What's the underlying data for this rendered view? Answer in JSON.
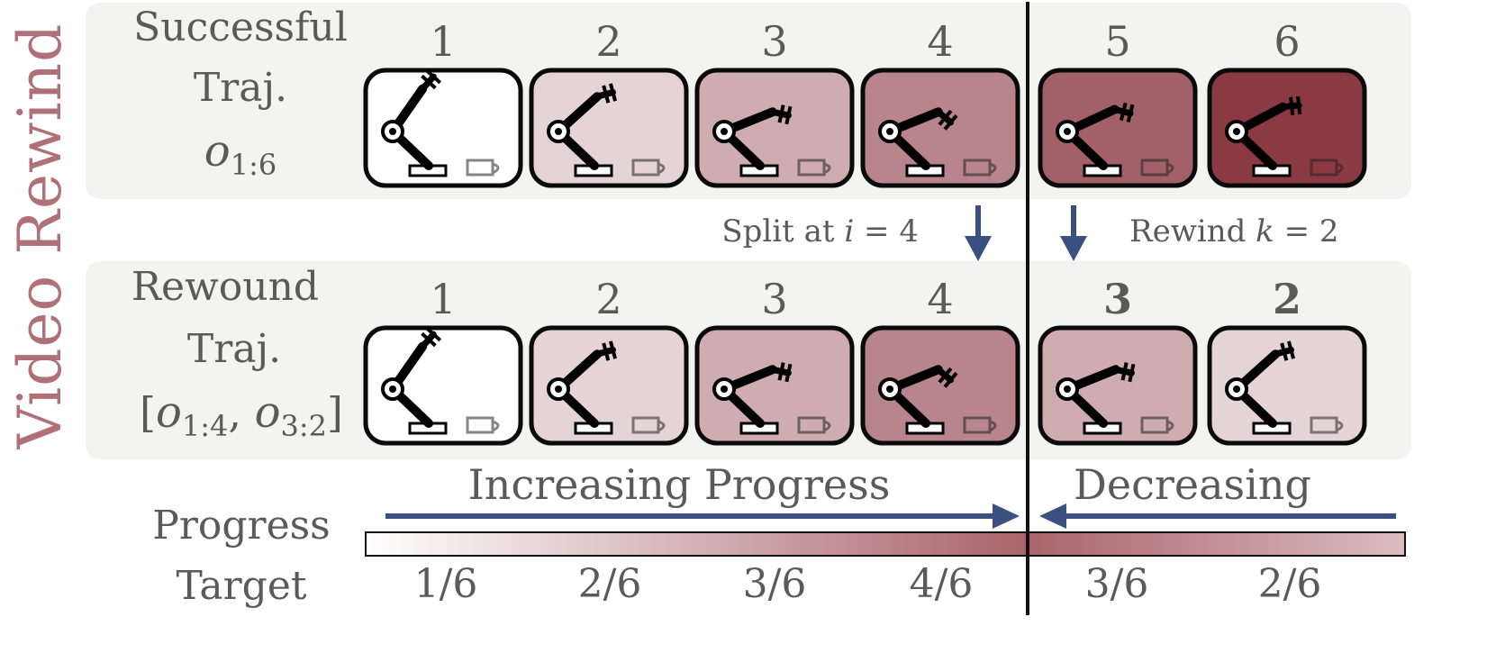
{
  "title": "Video Rewind",
  "rows": [
    {
      "id": "successful",
      "label_lines": [
        "Successful",
        "Traj."
      ],
      "math": {
        "base": "o",
        "sub": "1:6"
      },
      "frames": [
        {
          "num": "1",
          "bold": false,
          "shade": 0.0,
          "pose": "up"
        },
        {
          "num": "2",
          "bold": false,
          "shade": 0.22,
          "pose": "mid"
        },
        {
          "num": "3",
          "bold": false,
          "shade": 0.42,
          "pose": "reach"
        },
        {
          "num": "4",
          "bold": false,
          "shade": 0.62,
          "pose": "grasp"
        },
        {
          "num": "5",
          "bold": false,
          "shade": 0.8,
          "pose": "lift"
        },
        {
          "num": "6",
          "bold": false,
          "shade": 1.0,
          "pose": "hold"
        }
      ]
    },
    {
      "id": "rewound",
      "label_lines": [
        "Rewound",
        "Traj."
      ],
      "math": {
        "open": "[",
        "base": "o",
        "sub": "1:4",
        "sep": ", ",
        "base2": "o",
        "sub2": "3:2",
        "close": "]"
      },
      "frames": [
        {
          "num": "1",
          "bold": false,
          "shade": 0.0,
          "pose": "up"
        },
        {
          "num": "2",
          "bold": false,
          "shade": 0.22,
          "pose": "mid"
        },
        {
          "num": "3",
          "bold": false,
          "shade": 0.42,
          "pose": "reach"
        },
        {
          "num": "4",
          "bold": false,
          "shade": 0.62,
          "pose": "grasp"
        },
        {
          "num": "3",
          "bold": true,
          "shade": 0.42,
          "pose": "reach"
        },
        {
          "num": "2",
          "bold": true,
          "shade": 0.22,
          "pose": "mid"
        }
      ]
    }
  ],
  "split_annotation": {
    "text": "Split at ",
    "var": "i",
    "eq": " = 4"
  },
  "rewind_annotation": {
    "text": "Rewind ",
    "var": "k",
    "eq": " = 2"
  },
  "progress": {
    "label_lines": [
      "Progress",
      "Target"
    ],
    "increasing_label": "Increasing Progress",
    "decreasing_label": "Decreasing",
    "targets": [
      "1/6",
      "2/6",
      "3/6",
      "4/6",
      "3/6",
      "2/6"
    ],
    "values": [
      0.1667,
      0.3333,
      0.5,
      0.6667,
      0.5,
      0.3333
    ]
  },
  "colors": {
    "accent": "#8b3a44",
    "light": "#ffffff",
    "arrow": "#3b4f80",
    "panel_bg": "#f3f3f2",
    "title": "#b07078"
  }
}
